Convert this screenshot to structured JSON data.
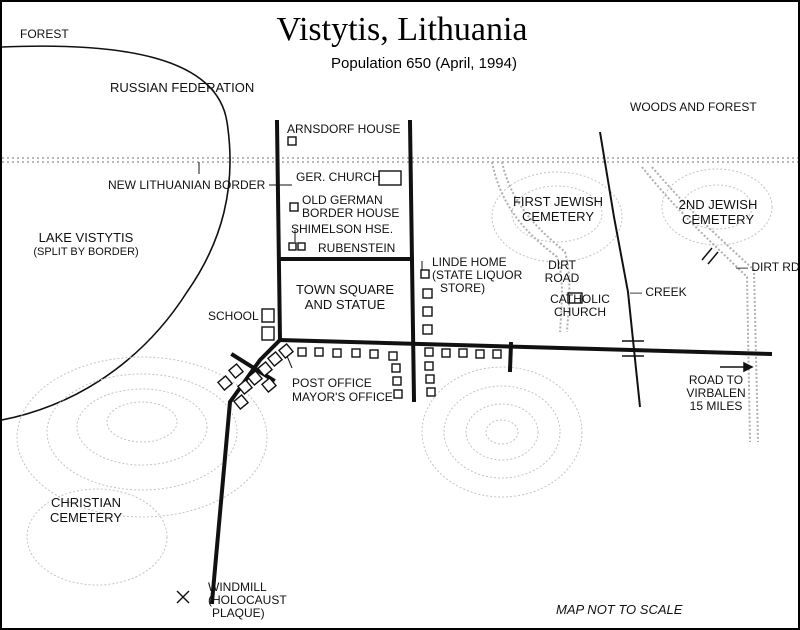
{
  "title": "Vistytis, Lithuania",
  "subtitle": "Population 650 (April, 1994)",
  "note": "MAP NOT TO SCALE",
  "labels": {
    "forest": "FOREST",
    "russian_federation": "RUSSIAN FEDERATION",
    "woods_and_forest": "WOODS AND FOREST",
    "arnsdorf_house": "ARNSDORF HOUSE",
    "ger_church": "GER. CHURCH",
    "new_border": "NEW LITHUANIAN BORDER",
    "old_german_border_house": [
      "OLD GERMAN",
      "BORDER HOUSE"
    ],
    "shimelson": "SHIMELSON HSE.",
    "rubenstein": "RUBENSTEIN",
    "lake": [
      "LAKE VISTYTIS",
      "(SPLIT BY BORDER)"
    ],
    "first_jewish_cemetery": [
      "FIRST JEWISH",
      "CEMETERY"
    ],
    "second_jewish_cemetery": [
      "2ND JEWISH",
      "CEMETERY"
    ],
    "dirt_rd": "DIRT RD",
    "linde_home": [
      "LINDE HOME",
      "(STATE LIQUOR",
      "STORE)"
    ],
    "dirt_road": [
      "DIRT",
      "ROAD"
    ],
    "creek": "CREEK",
    "town_square": [
      "TOWN SQUARE",
      "AND STATUE"
    ],
    "catholic_church": [
      "CATHOLIC",
      "CHURCH"
    ],
    "school": "SCHOOL",
    "road_to_virbalen": [
      "ROAD TO",
      "VIRBALEN",
      "15 MILES"
    ],
    "post_office": "POST OFFICE",
    "mayors_office": "MAYOR'S OFFICE",
    "christian_cemetery": [
      "CHRISTIAN",
      "CEMETERY"
    ],
    "windmill": [
      "WINDMILL",
      "(HOLOCAUST",
      "PLAQUE)"
    ]
  },
  "colors": {
    "ink": "#111111",
    "border_dots": "#b8b8b8",
    "contour": "#c4c4c4"
  }
}
